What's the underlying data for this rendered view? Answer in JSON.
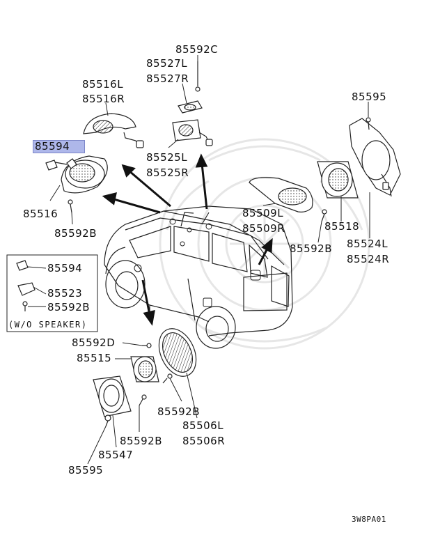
{
  "labels": {
    "p85592C": "85592C",
    "p85527L": "85527L",
    "p85527R": "85527R",
    "p85516L": "85516L",
    "p85516R": "85516R",
    "p85595_top": "85595",
    "p85594_main": "85594",
    "p85525L": "85525L",
    "p85525R": "85525R",
    "p85516": "85516",
    "p85592B_left": "85592B",
    "p85509L": "85509L",
    "p85509R": "85509R",
    "p85518": "85518",
    "p85592B_right": "85592B",
    "p85524L": "85524L",
    "p85524R": "85524R",
    "p85592D": "85592D",
    "p85515": "85515",
    "p85592B_mid": "85592B",
    "p85506L": "85506L",
    "p85506R": "85506R",
    "p85592B_low": "85592B",
    "p85547": "85547",
    "p85595_bottom": "85595"
  },
  "inset": {
    "p85594": "85594",
    "p85523": "85523",
    "p85592B": "85592B",
    "caption": "(W/O SPEAKER)"
  },
  "diagram_code": "3W8PA01",
  "highlight_color": "#aeb7ea"
}
